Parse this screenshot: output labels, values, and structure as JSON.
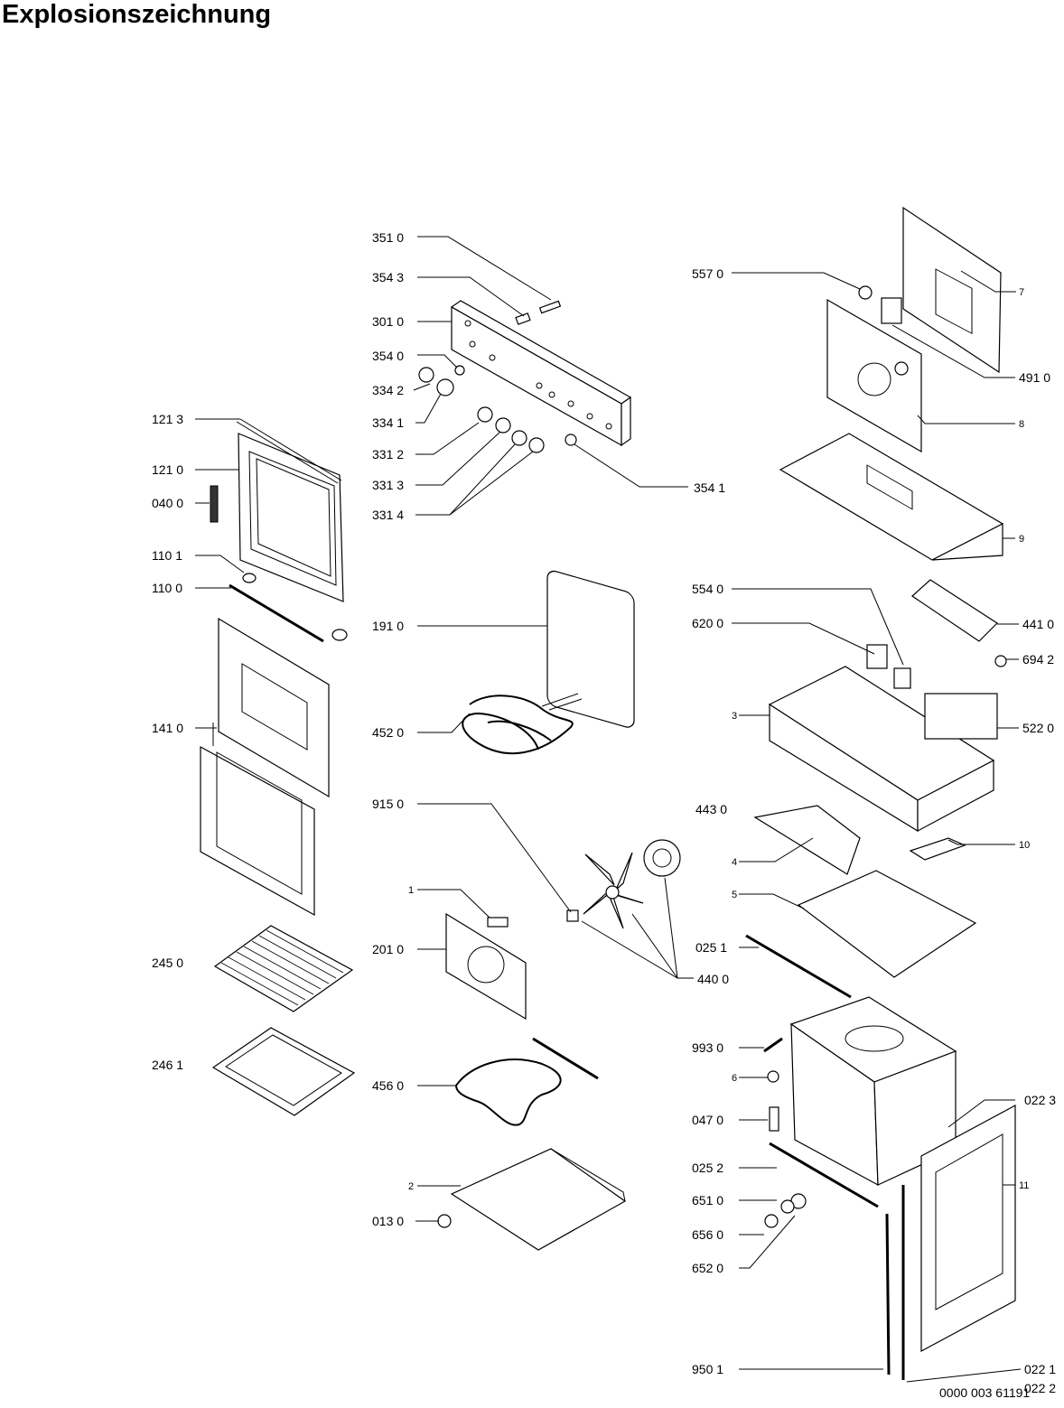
{
  "title": "Explosionszeichnung",
  "document_number": "0000 003 61191",
  "part_labels": {
    "p3510": "351 0",
    "p3543": "354 3",
    "p3010": "301 0",
    "p3540": "354 0",
    "p3342": "334 2",
    "p3341": "334 1",
    "p3312": "331 2",
    "p3313": "331 3",
    "p3314": "331 4",
    "p3541": "354 1",
    "p1213": "121 3",
    "p1210": "121 0",
    "p0400": "040 0",
    "p1101": "110 1",
    "p1100": "110 0",
    "p1410": "141 0",
    "p2450": "245 0",
    "p2461": "246 1",
    "p1910": "191 0",
    "p4520": "452 0",
    "p9150": "915 0",
    "p1": "1",
    "p2010": "201 0",
    "p4400": "440 0",
    "p4560": "456 0",
    "p2": "2",
    "p0130": "013 0",
    "p5570": "557 0",
    "p7": "7",
    "p4910": "491 0",
    "p8": "8",
    "p9": "9",
    "p5540": "554 0",
    "p6200": "620 0",
    "p4410": "441 0",
    "p6942": "694 2",
    "p3": "3",
    "p5220": "522 0",
    "p4430": "443 0",
    "p4": "4",
    "p10": "10",
    "p5": "5",
    "p0251": "025 1",
    "p9930": "993 0",
    "p6": "6",
    "p0223": "022 3",
    "p0470": "047 0",
    "p0252": "025 2",
    "p11": "11",
    "p6510": "651 0",
    "p6560": "656 0",
    "p6520": "652 0",
    "p9501": "950 1",
    "p0221": "022 1",
    "p0222": "022 2"
  }
}
